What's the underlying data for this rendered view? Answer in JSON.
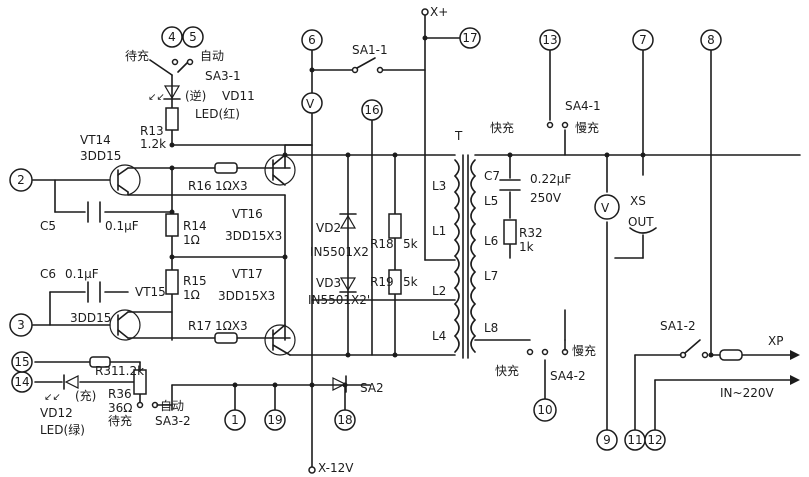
{
  "title": "",
  "terminals": [
    {
      "id": "2"
    },
    {
      "id": "3"
    },
    {
      "id": "4"
    },
    {
      "id": "5"
    },
    {
      "id": "6"
    },
    {
      "id": "7"
    },
    {
      "id": "8"
    },
    {
      "id": "9"
    },
    {
      "id": "10"
    },
    {
      "id": "11"
    },
    {
      "id": "12"
    },
    {
      "id": "13"
    },
    {
      "id": "14"
    },
    {
      "id": "15"
    },
    {
      "id": "16"
    },
    {
      "id": "17"
    },
    {
      "id": "18"
    },
    {
      "id": "19"
    },
    {
      "id": "1"
    }
  ],
  "components": {
    "vt14": "VT14",
    "vt14_type": "3DD15",
    "vt15": "VT15",
    "vt15_type": "3DD15",
    "vt16": "VT16",
    "vt16_type": "3DD15X3",
    "vt17": "VT17",
    "vt17_type": "3DD15X3",
    "c5": "C5",
    "c5_val": "0.1μF",
    "c6": "C6",
    "c6_val": "0.1μF",
    "c7": "C7",
    "c7_val": "0.22μF",
    "c7_v": "250V",
    "r13": "R13",
    "r13_val": "1.2k",
    "r14": "R14",
    "r14_val": "1Ω",
    "r15": "R15",
    "r15_val": "1Ω",
    "r16": "R16",
    "r16_val": "1ΩX3",
    "r17": "R17",
    "r17_val": "1ΩX3",
    "r18": "R18",
    "r18_val": "5k",
    "r19": "R19",
    "r19_val": "5k",
    "r31": "R31",
    "r31_val": "1.2k",
    "r32": "R32",
    "r32_val": "1k",
    "r36": "R36",
    "r36_val": "36Ω",
    "vd2": "VD2",
    "vd2_type": "IN5501X2",
    "vd3": "VD3",
    "vd3_type": "IN5501X2'",
    "vd11": "VD11",
    "vd11_note": "(逆)",
    "led_red": "LED(红)",
    "vd12": "VD12",
    "vd12_note": "(充)",
    "led_green": "LED(绿)",
    "sa1_1": "SA1-1",
    "sa1_2": "SA1-2",
    "sa2": "SA2",
    "sa3_1": "SA3-1",
    "sa3_2": "SA3-2",
    "sa4_1": "SA4-1",
    "sa4_2": "SA4-2",
    "t": "T",
    "l1": "L1",
    "l2": "L2",
    "l3": "L3",
    "l4": "L4",
    "l5": "L5",
    "l6": "L6",
    "l7": "L7",
    "l8": "L8",
    "xs": "XS",
    "out": "OUT",
    "xp": "XP",
    "in_ac": "IN~220V",
    "bat_pos": "X+",
    "bat_neg": "X-12V",
    "v": "V",
    "dai_chong": "待充",
    "zi_dong": "自动",
    "kuai_chong": "快充",
    "man_chong": "慢充"
  }
}
